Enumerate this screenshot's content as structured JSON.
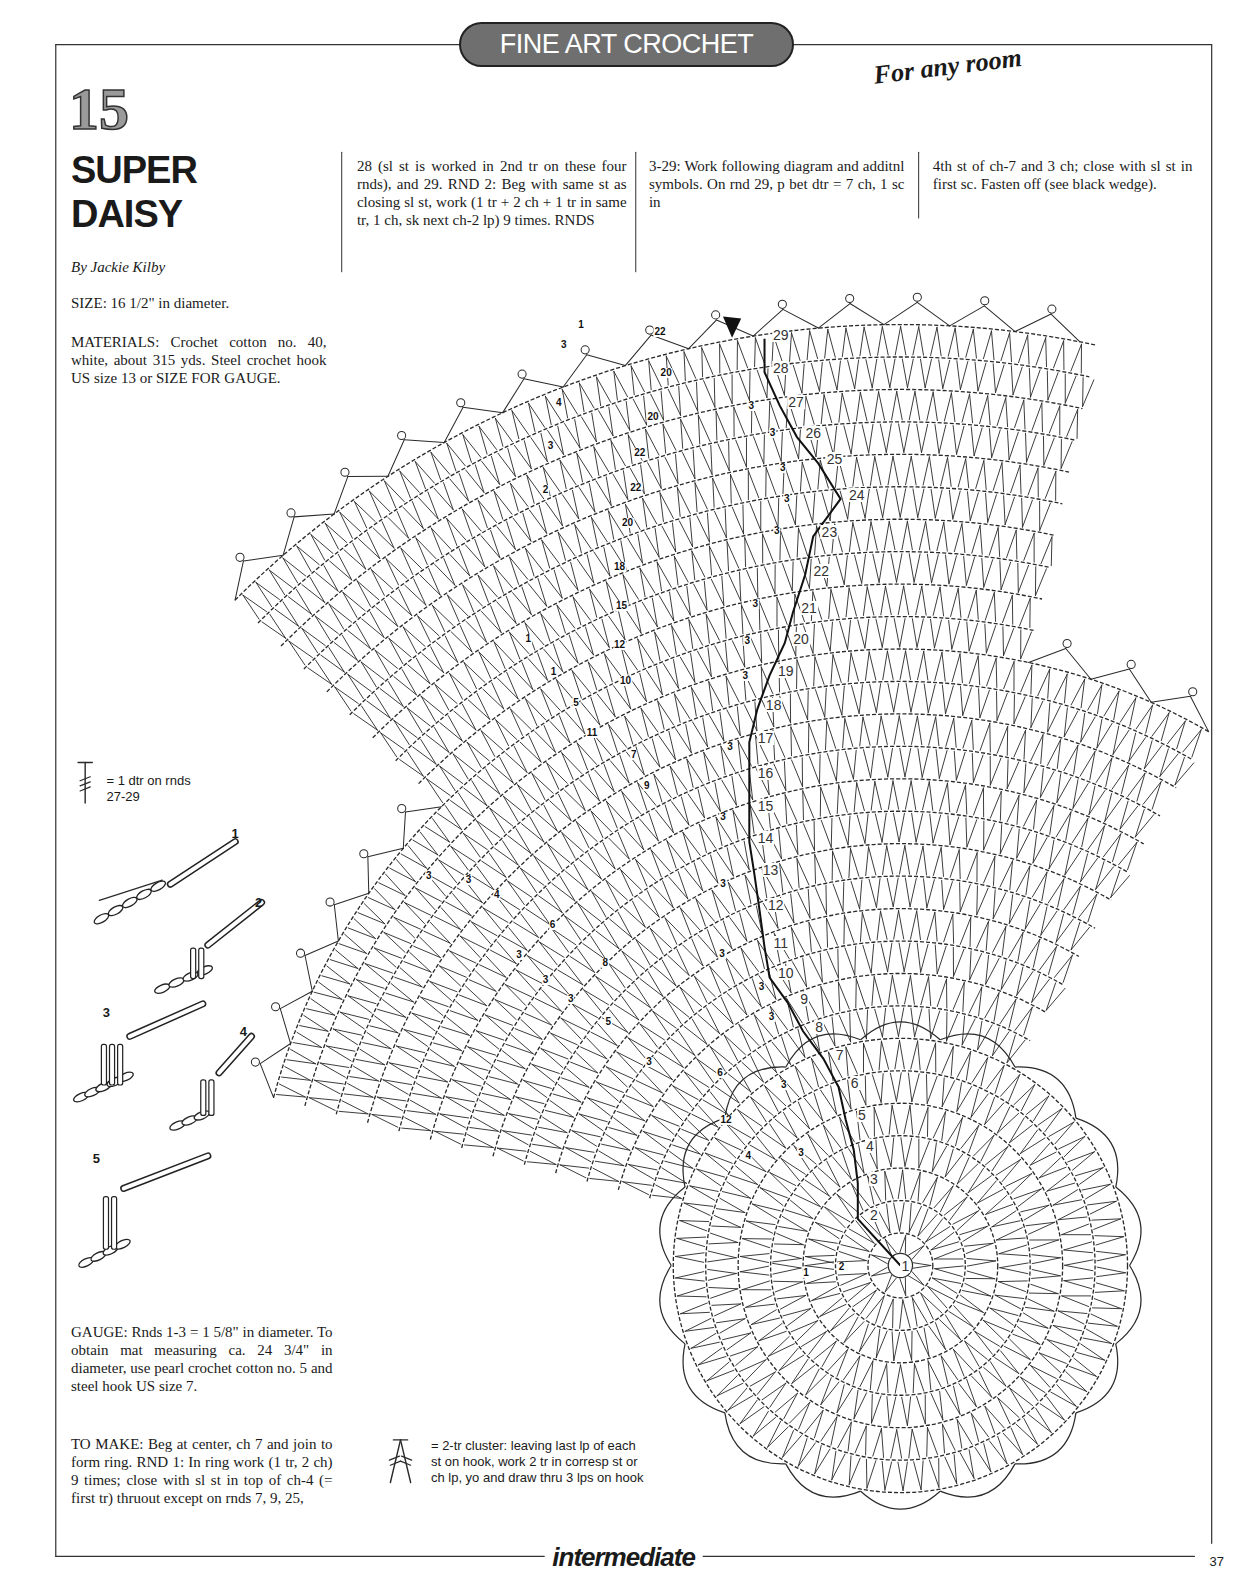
{
  "diagram": {
    "title": "SUPER DAISY",
    "nodes": [
      {
        "text": [
          "FINE ART CROCHET"
        ]
      }
    ],
    "labels": [
      "For any room",
      "15",
      "By Jackie Kilby",
      "SIZE: 16 1/2\" in diameter.",
      "MATERIALS: Crochet cotton no. 40, white, about 315 yds. Steel crochet hook US size 13 or SIZE FOR GAUGE.",
      "28 (sl st is worked in 2nd tr on these four rnds), and 29. RND 2: Beg with same st as closing sl st, work (1 tr + 2 ch + 1 tr in same tr, 1 ch, sk next ch-2 lp) 9 times. RNDS",
      "3-29: Work following diagram and additnl symbols. On rnd 29, p bet dtr = 7 ch, 1 sc in",
      "4th st of ch-7 and 3 ch; close with sl st in first sc. Fasten off (see black wedge).",
      "GAUGE: Rnds 1-3 = 1 5/8\" in diameter. To obtain mat measuring ca. 24 3/4\" in diameter, use pearl crochet cotton no. 5 and steel hook US size 7.",
      "TO MAKE: Beg at center, ch 7 and join to form ring. RND 1: In ring work (1 tr, 2 ch) 9 times; close with sl st in top of ch-4 (= first tr) thruout except on rnds 7, 9, 25,",
      "intermediate",
      "37",
      "1",
      "2",
      "3",
      "4",
      "5",
      "1",
      "2",
      "3",
      "4",
      "5",
      "6",
      "7",
      "8",
      "9",
      "10",
      "11",
      "12",
      "13",
      "14",
      "15",
      "16",
      "17",
      "18",
      "19",
      "20",
      "21",
      "22",
      "23",
      "24",
      "25",
      "26",
      "27",
      "28",
      "29",
      "22",
      "20",
      "20",
      "22",
      "22",
      "20",
      "18",
      "15",
      "12",
      "10",
      "1",
      "3",
      "4",
      "3",
      "2",
      "1",
      "1",
      "5",
      "11",
      "7",
      "9",
      "3",
      "3",
      "3",
      "3",
      "3",
      "3",
      "3",
      "3",
      "3",
      "3",
      "3",
      "3",
      "3",
      "3",
      "3",
      "3",
      "3",
      "3",
      "4",
      "3",
      "6",
      "3",
      "8",
      "3",
      "5",
      "3",
      "6",
      "12",
      "4",
      "1",
      "2"
    ],
    "legend": [
      {
        "text": "= 1 dtr on rnds 27-29"
      },
      {
        "text": "= 2-tr cluster: leaving last lp of each st on hook, work 2 tr in corresp st or ch lp, yo and draw thru 3 lps on hook"
      }
    ]
  }
}
